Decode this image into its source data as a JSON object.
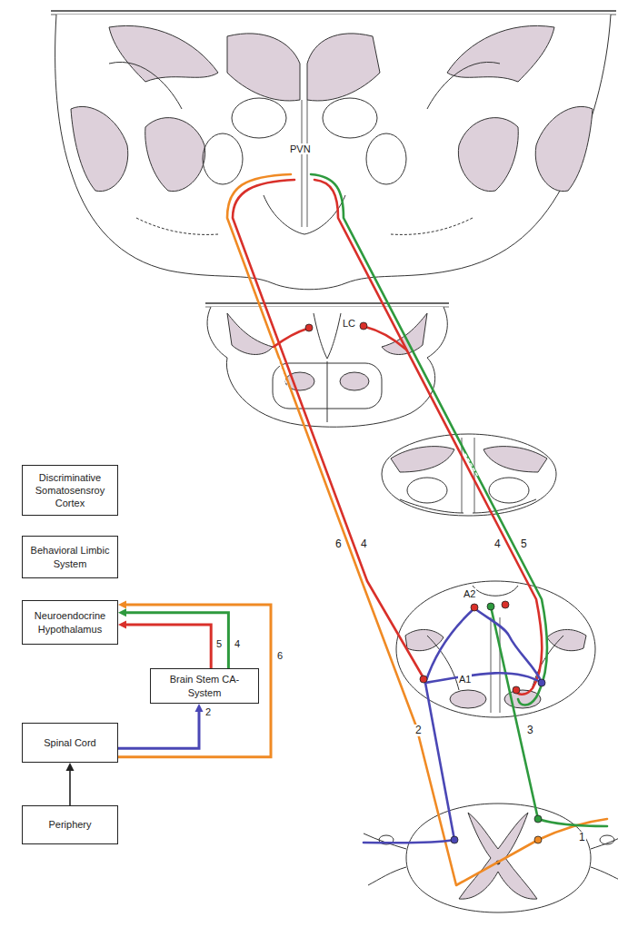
{
  "diagram": {
    "nodes": [
      {
        "text": [
          "Discriminative Somatosensroy Cortex"
        ]
      },
      {
        "text": [
          "Behavioral Limbic System"
        ]
      },
      {
        "text": [
          "Neuroendocrine Hypothalamus"
        ]
      },
      {
        "text": [
          "Brain Stem CA-System"
        ]
      },
      {
        "text": [
          "Spinal Cord"
        ]
      },
      {
        "text": [
          "Periphery"
        ]
      }
    ],
    "edges": [
      {
        "from": 5,
        "to": 4,
        "arrow": "to"
      },
      {
        "from": 4,
        "to": 3,
        "arrow": "to",
        "label": "2"
      },
      {
        "from": 3,
        "to": 2,
        "arrow": "to",
        "label": "4"
      },
      {
        "from": 3,
        "to": 2,
        "arrow": "to",
        "label": "5"
      },
      {
        "from": 4,
        "to": 2,
        "arrow": "to",
        "label": "6"
      }
    ],
    "labels": [
      "PVN",
      "LC",
      "A2",
      "A1",
      "6",
      "4",
      "4",
      "5",
      "2",
      "3",
      "1"
    ]
  }
}
